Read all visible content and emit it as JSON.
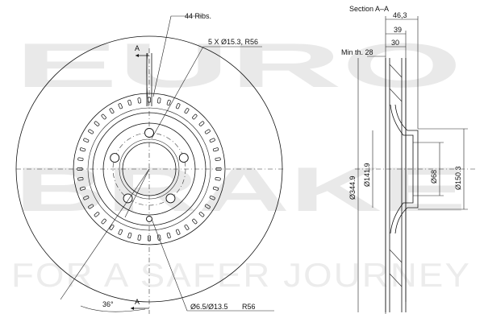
{
  "watermark": {
    "line1": "EURO",
    "line2": "BRAKE",
    "line3": "FOR A SAFER JOURNEY"
  },
  "front_view": {
    "ribs_label": "44 Ribs.",
    "bolt_label": "5 X Ø15.3, R56",
    "hole_label": "Ø6.5/Ø13.5",
    "hole_radius_label": "R56",
    "angle_label": "36°",
    "section_mark_top": "A",
    "section_mark_bottom": "A"
  },
  "section_view": {
    "title": "Section A–A",
    "min_thickness_label": "Min th. 28",
    "dims": {
      "overall_height": "46,3",
      "offset": "39",
      "thickness": "30",
      "outer_diameter": "Ø344.9",
      "hat_diameter": "Ø141.9",
      "center_bore": "Ø68",
      "hat_outer": "Ø150.3"
    }
  },
  "colors": {
    "line": "#111111",
    "watermark": "#e9e9e9",
    "background": "#ffffff"
  }
}
